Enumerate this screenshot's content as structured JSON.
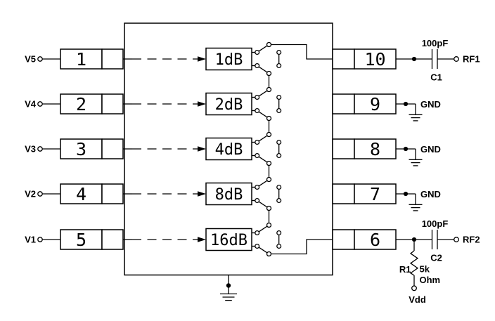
{
  "ic": {
    "left_pins": [
      {
        "signal": "V5",
        "number": "1"
      },
      {
        "signal": "V4",
        "number": "2"
      },
      {
        "signal": "V3",
        "number": "3"
      },
      {
        "signal": "V2",
        "number": "4"
      },
      {
        "signal": "V1",
        "number": "5"
      }
    ],
    "right_pins": [
      {
        "number": "10",
        "connection": "RF1"
      },
      {
        "number": "9",
        "connection": "GND"
      },
      {
        "number": "8",
        "connection": "GND"
      },
      {
        "number": "7",
        "connection": "GND"
      },
      {
        "number": "6",
        "connection": "RF2"
      }
    ]
  },
  "stages": [
    {
      "label": "1dB"
    },
    {
      "label": "2dB"
    },
    {
      "label": "4dB"
    },
    {
      "label": "8dB"
    },
    {
      "label": "16dB"
    }
  ],
  "output1": {
    "cap_value": "100pF",
    "cap_ref": "C1",
    "port": "RF1"
  },
  "output2": {
    "cap_value": "100pF",
    "cap_ref": "C2",
    "port": "RF2",
    "resistor_ref": "R1",
    "resistor_value": "5k",
    "resistor_unit": "Ohm",
    "supply": "Vdd"
  },
  "gnd_label": "GND",
  "colors": {
    "line": "#000000",
    "background": "#ffffff"
  }
}
